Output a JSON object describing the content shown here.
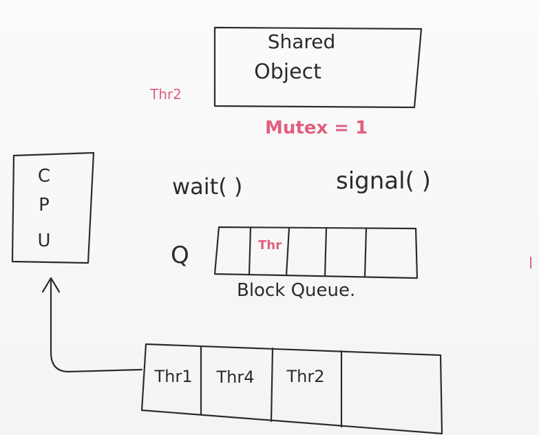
{
  "colors": {
    "ink": "#2b2b2b",
    "highlight": "#e0607e",
    "board": "#f8f8f8"
  },
  "shared_object": {
    "line1": "Shared",
    "line2": "Object"
  },
  "side_note": "Thr2",
  "mutex_label": "Mutex = 1",
  "cpu": {
    "letters": [
      "C",
      "P",
      "U"
    ]
  },
  "operations": {
    "wait": "wait( )",
    "signal": "signal( )"
  },
  "block_queue": {
    "symbol": "Q",
    "cells": [
      "",
      "Thr",
      "",
      "",
      ""
    ],
    "label": "Block Queue."
  },
  "ready_queue": {
    "cells": [
      "Thr1",
      "Thr4",
      "Thr2",
      ""
    ]
  },
  "edge_mark": "l"
}
